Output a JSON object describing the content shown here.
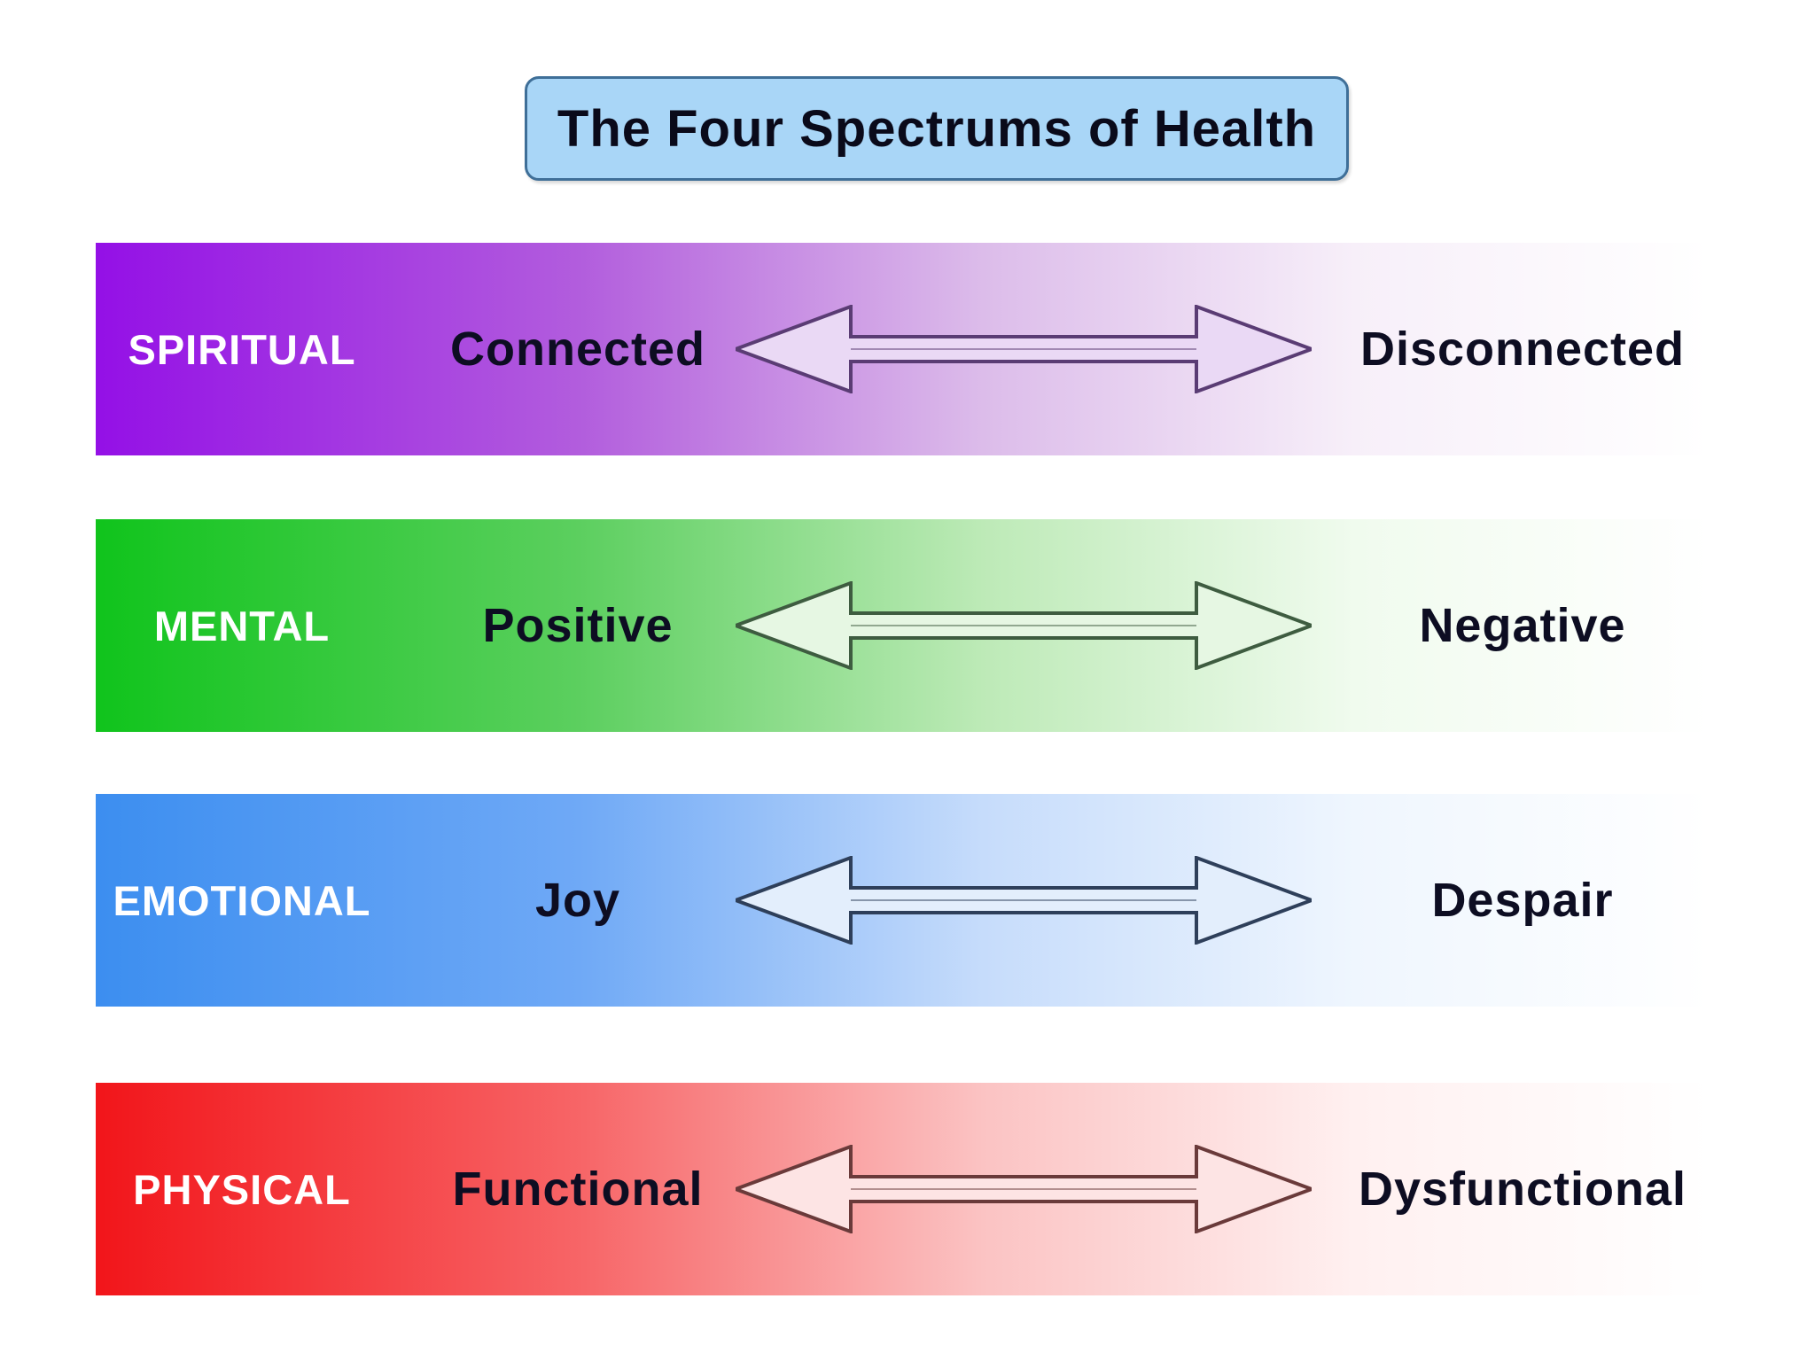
{
  "title": "The Four Spectrums of Health",
  "bands": [
    {
      "label": "SPIRITUAL",
      "left": "Connected",
      "right": "Disconnected",
      "color": "#9410e6",
      "arrow_fill": "#ead9f5",
      "arrow_stroke": "#5a3c74"
    },
    {
      "label": "MENTAL",
      "left": "Positive",
      "right": "Negative",
      "color": "#10c41c",
      "arrow_fill": "#e6f7e3",
      "arrow_stroke": "#3e5c40"
    },
    {
      "label": "EMOTIONAL",
      "left": "Joy",
      "right": "Despair",
      "color": "#3c8ef0",
      "arrow_fill": "#e3eefc",
      "arrow_stroke": "#2e3f5a"
    },
    {
      "label": "PHYSICAL",
      "left": "Functional",
      "right": "Dysfunctional",
      "color": "#f2151a",
      "arrow_fill": "#fde4e4",
      "arrow_stroke": "#6a3a3a"
    }
  ],
  "icons": {
    "arrow": "double-headed-arrow-icon"
  }
}
